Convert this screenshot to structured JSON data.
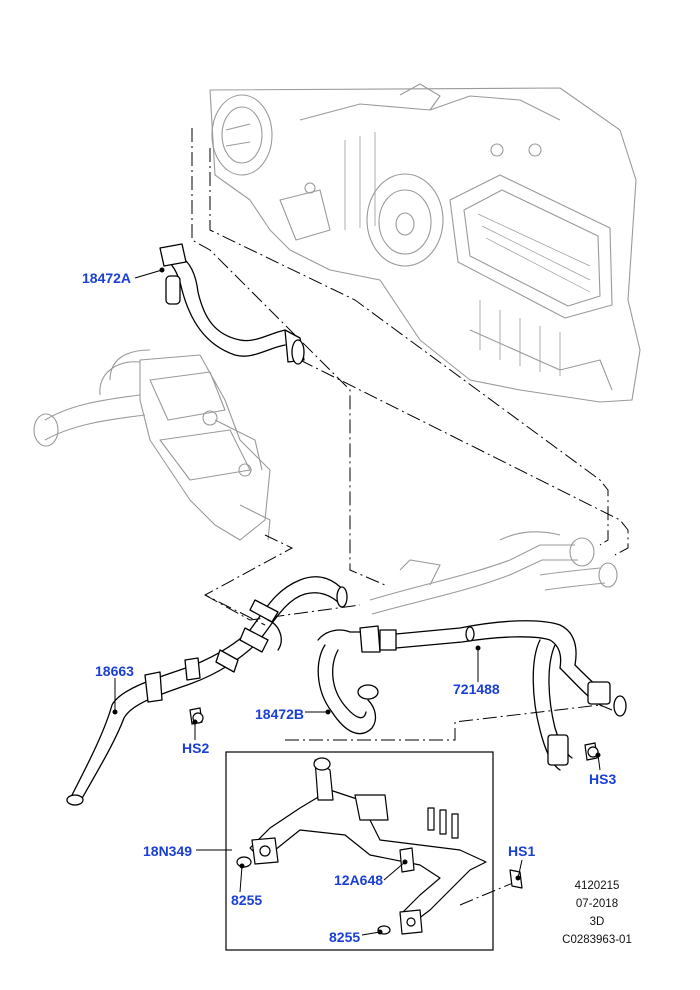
{
  "callouts": {
    "c1": "18472A",
    "c2": "18663",
    "c3": "HS2",
    "c4": "18472B",
    "c5": "721488",
    "c6": "HS3",
    "c7": "18N349",
    "c8": "HS1",
    "c9": "12A648",
    "c10": "8255",
    "c11": "8255"
  },
  "meta": {
    "ref": "4120215",
    "date": "07-2018",
    "view": "3D",
    "code": "C0283963-01"
  },
  "colors": {
    "label": "#1a3fd6",
    "line": "#000000",
    "ghost": "#9a9a9a"
  }
}
